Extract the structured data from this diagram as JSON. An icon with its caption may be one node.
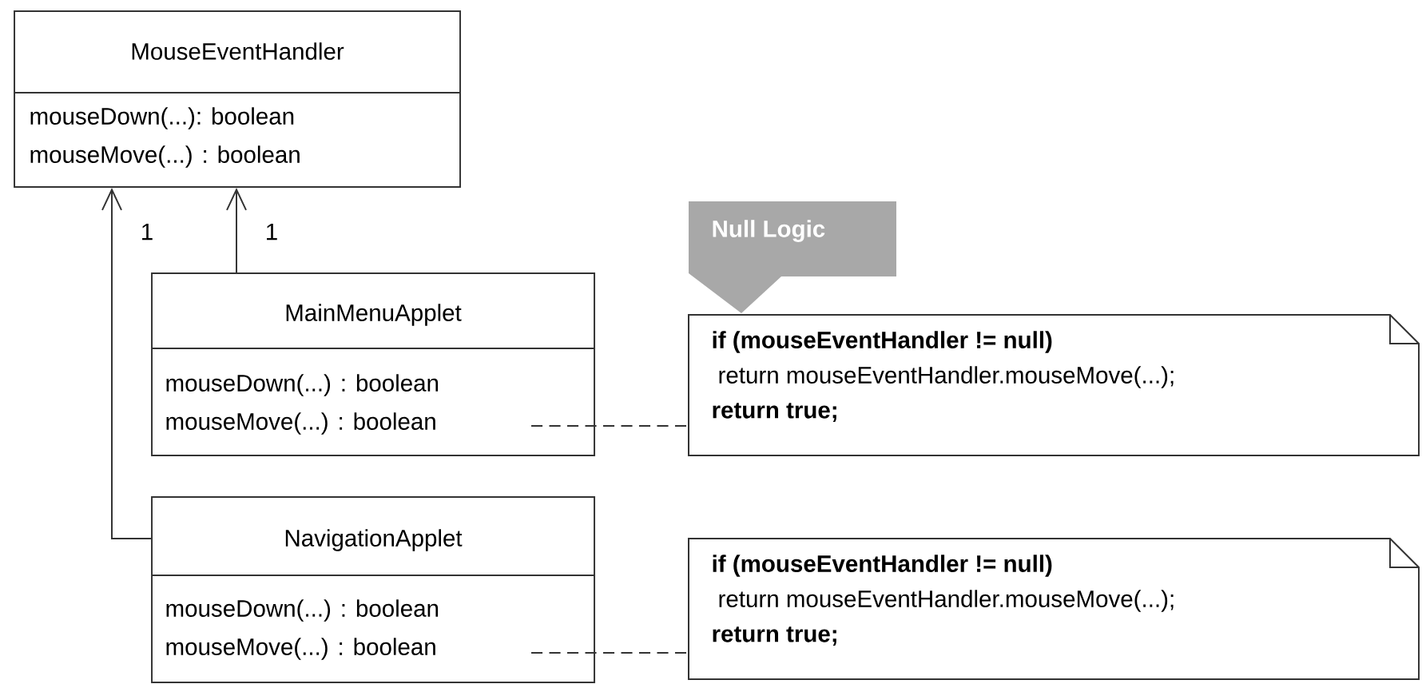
{
  "diagram": {
    "nodes": [
      {
        "text": [
          "MouseEventHandler",
          "mouseDown(...): boolean",
          "mouseMove(...) : boolean"
        ]
      },
      {
        "text": [
          "MainMenuApplet",
          "mouseDown(...) : boolean",
          "mouseMove(...) : boolean"
        ]
      },
      {
        "text": [
          "NavigationApplet",
          "mouseDown(...) : boolean",
          "mouseMove(...) : boolean"
        ]
      },
      {
        "text": [
          "Null Logic"
        ]
      },
      {
        "text": [
          "if (mouseEventHandler != null)",
          "return mouseEventHandler.mouseMove(...);",
          "return true;"
        ]
      },
      {
        "text": [
          "if (mouseEventHandler != null)",
          "return mouseEventHandler.mouseMove(...);",
          "return true;"
        ]
      }
    ],
    "edges": [
      {
        "from": 1,
        "to": 0,
        "arrow": "to",
        "label": "1"
      },
      {
        "from": 2,
        "to": 0,
        "arrow": "to",
        "label": "1"
      },
      {
        "from": 1,
        "to": 4,
        "arrow": "none",
        "style": "dashed"
      },
      {
        "from": 2,
        "to": 5,
        "arrow": "none",
        "style": "dashed"
      }
    ]
  }
}
